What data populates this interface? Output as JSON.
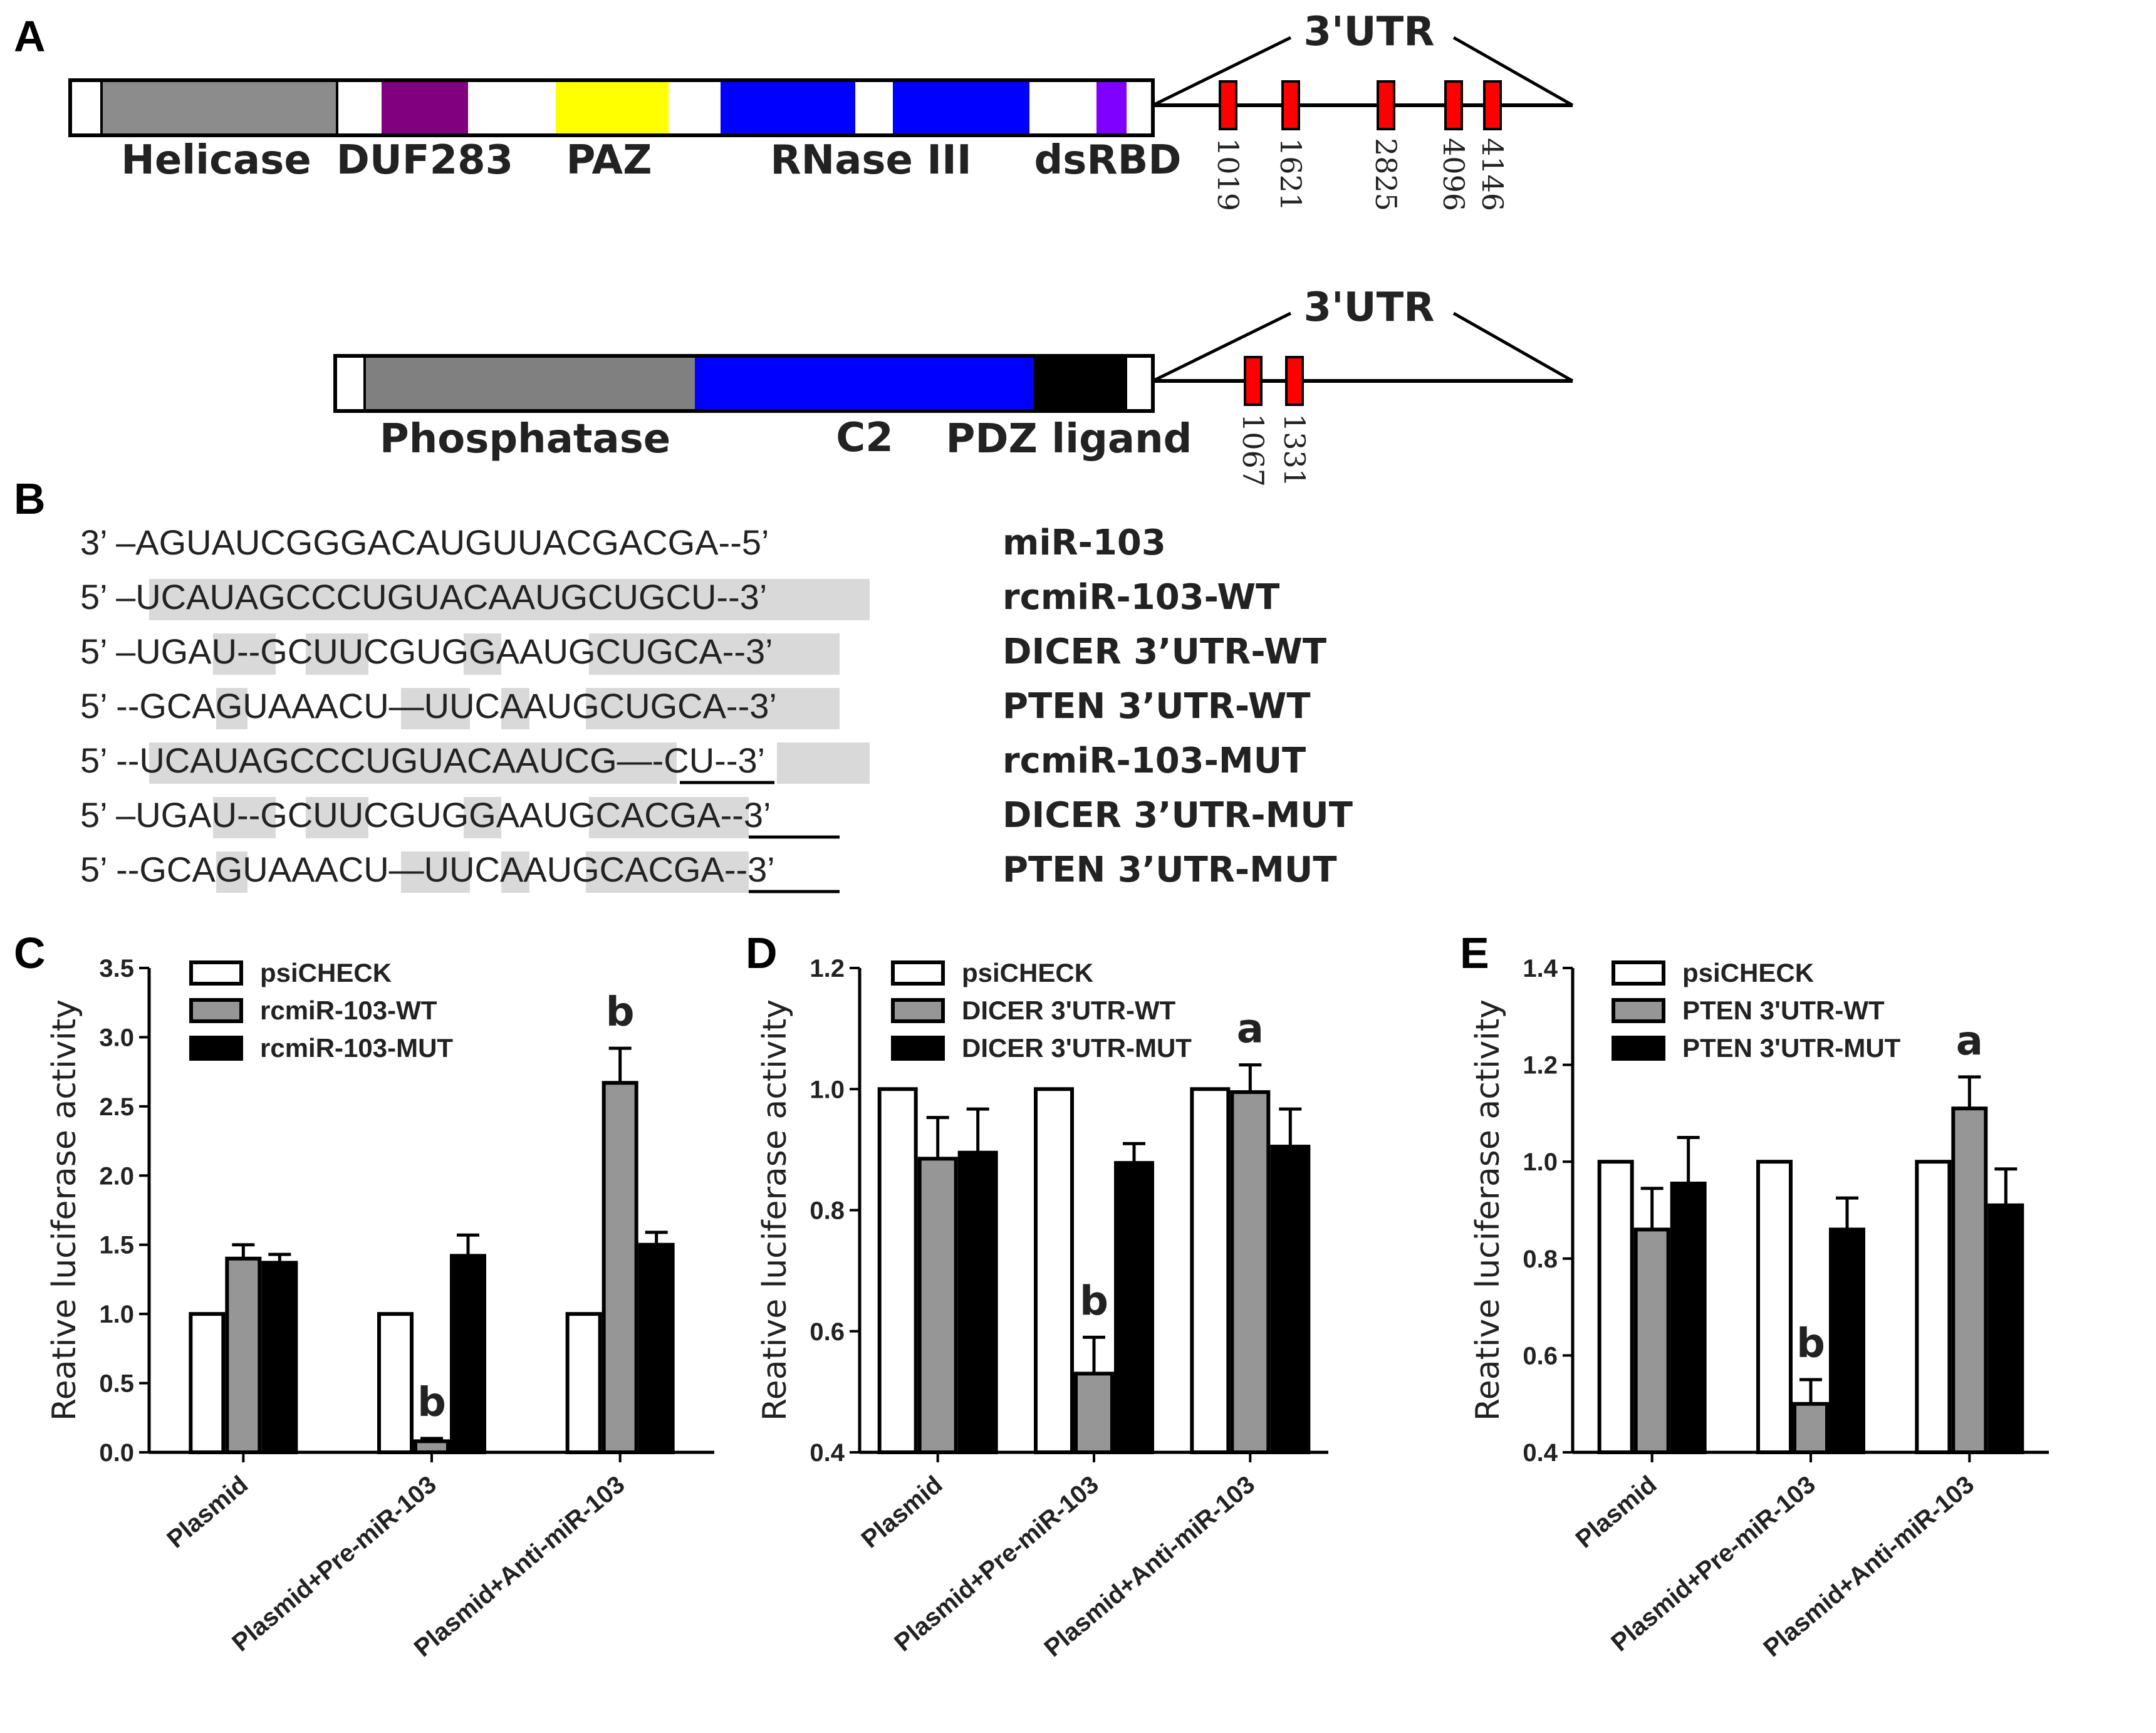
{
  "panels": {
    "A": "A",
    "B": "B",
    "C": "C",
    "D": "D",
    "E": "E"
  },
  "diagram": {
    "dicer": {
      "domains": [
        {
          "label": "Helicase",
          "color": "#8c8c8c"
        },
        {
          "label": "DUF283",
          "color": "#800080"
        },
        {
          "label": "PAZ",
          "color": "#ffff00"
        },
        {
          "label": "RNase III",
          "color": "#0000ff"
        },
        {
          "label": "dsRBD",
          "color": "#8000ff"
        }
      ],
      "utr_title": "3'UTR",
      "sites": [
        "1019",
        "1621",
        "2825",
        "4096",
        "4146"
      ]
    },
    "pten": {
      "domains": [
        {
          "label": "Phosphatase",
          "color": "#808080"
        },
        {
          "label": "C2",
          "color": "#0000ff"
        },
        {
          "label": "PDZ ligand",
          "color": "#000000"
        }
      ],
      "utr_title": "3'UTR",
      "sites": [
        "1067",
        "1331"
      ]
    },
    "site_color": "#ff0000"
  },
  "sequences": [
    {
      "seq": "3’ –AGUAUCGGGACAUGUUACGACGA--5’",
      "name": "miR-103"
    },
    {
      "seq": "5’ –UCAUAGCCCUGUACAAUGCUGCU--3’",
      "name": "rcmiR-103-WT"
    },
    {
      "seq": "5’ –UGAU--GCUUCGUGGAAUGCUGCA--3’",
      "name": "DICER 3’UTR-WT"
    },
    {
      "seq": "5’ --GCAGUAAACU—UUCAAUGCUGCA--3’",
      "name": "PTEN 3’UTR-WT"
    },
    {
      "seq": "5’ --UCAUAGCCCUGUACAAUCG—-CU--3’",
      "name": "rcmiR-103-MUT"
    },
    {
      "seq": "5’ –UGAU--GCUUCGUGGAAUGCACGA--3’",
      "name": "DICER 3’UTR-MUT"
    },
    {
      "seq": "5’ --GCAGUAAACU—UUCAAUGCACGA--3’",
      "name": "PTEN 3’UTR-MUT"
    }
  ],
  "series_colors": [
    "#ffffff",
    "#969696",
    "#000000"
  ],
  "chart_data": [
    {
      "type": "bar",
      "ylabel": "Reative luciferase activity",
      "categories": [
        "Plasmid",
        "Plasmid+Pre-miR-103",
        "Plasmid+Anti-miR-103"
      ],
      "ylim": [
        0,
        3.5
      ],
      "yticks": [
        "0.0",
        "0.5",
        "1.0",
        "1.5",
        "2.0",
        "2.5",
        "3.0",
        "3.5"
      ],
      "series": [
        {
          "name": "psiCHECK",
          "values": [
            1.0,
            1.0,
            1.0
          ],
          "errors": [
            0,
            0,
            0
          ]
        },
        {
          "name": "rcmiR-103-WT",
          "values": [
            1.4,
            0.08,
            2.67
          ],
          "errors": [
            0.1,
            0.02,
            0.25
          ]
        },
        {
          "name": "rcmiR-103-MUT",
          "values": [
            1.37,
            1.42,
            1.5
          ],
          "errors": [
            0.06,
            0.15,
            0.09
          ]
        }
      ],
      "annotations": [
        {
          "text": "b",
          "category": 1,
          "series": 1
        },
        {
          "text": "b",
          "category": 2,
          "series": 1
        }
      ]
    },
    {
      "type": "bar",
      "ylabel": "Reative luciferase activity",
      "categories": [
        "Plasmid",
        "Plasmid+Pre-miR-103",
        "Plasmid+Anti-miR-103"
      ],
      "ylim": [
        0.4,
        1.2
      ],
      "yticks": [
        "0.4",
        "0.6",
        "0.8",
        "1.0",
        "1.2"
      ],
      "series": [
        {
          "name": "psiCHECK",
          "values": [
            1.0,
            1.0,
            1.0
          ],
          "errors": [
            0,
            0,
            0
          ]
        },
        {
          "name": "DICER 3'UTR-WT",
          "values": [
            0.885,
            0.53,
            0.995
          ],
          "errors": [
            0.068,
            0.06,
            0.045
          ]
        },
        {
          "name": "DICER 3'UTR-MUT",
          "values": [
            0.895,
            0.878,
            0.905
          ],
          "errors": [
            0.072,
            0.032,
            0.062
          ]
        }
      ],
      "annotations": [
        {
          "text": "b",
          "category": 1,
          "series": 1
        },
        {
          "text": "a",
          "category": 2,
          "series": 1
        }
      ]
    },
    {
      "type": "bar",
      "ylabel": "Reative luciferase activity",
      "categories": [
        "Plasmid",
        "Plasmid+Pre-miR-103",
        "Plasmid+Anti-miR-103"
      ],
      "ylim": [
        0.4,
        1.4
      ],
      "yticks": [
        "0.4",
        "0.6",
        "0.8",
        "1.0",
        "1.2",
        "1.4"
      ],
      "series": [
        {
          "name": "psiCHECK",
          "values": [
            1.0,
            1.0,
            1.0
          ],
          "errors": [
            0,
            0,
            0
          ]
        },
        {
          "name": "PTEN 3'UTR-WT",
          "values": [
            0.86,
            0.5,
            1.11
          ],
          "errors": [
            0.085,
            0.05,
            0.065
          ]
        },
        {
          "name": "PTEN 3'UTR-MUT",
          "values": [
            0.955,
            0.86,
            0.91
          ],
          "errors": [
            0.095,
            0.065,
            0.075
          ]
        }
      ],
      "annotations": [
        {
          "text": "b",
          "category": 1,
          "series": 1
        },
        {
          "text": "a",
          "category": 2,
          "series": 1
        }
      ]
    }
  ]
}
